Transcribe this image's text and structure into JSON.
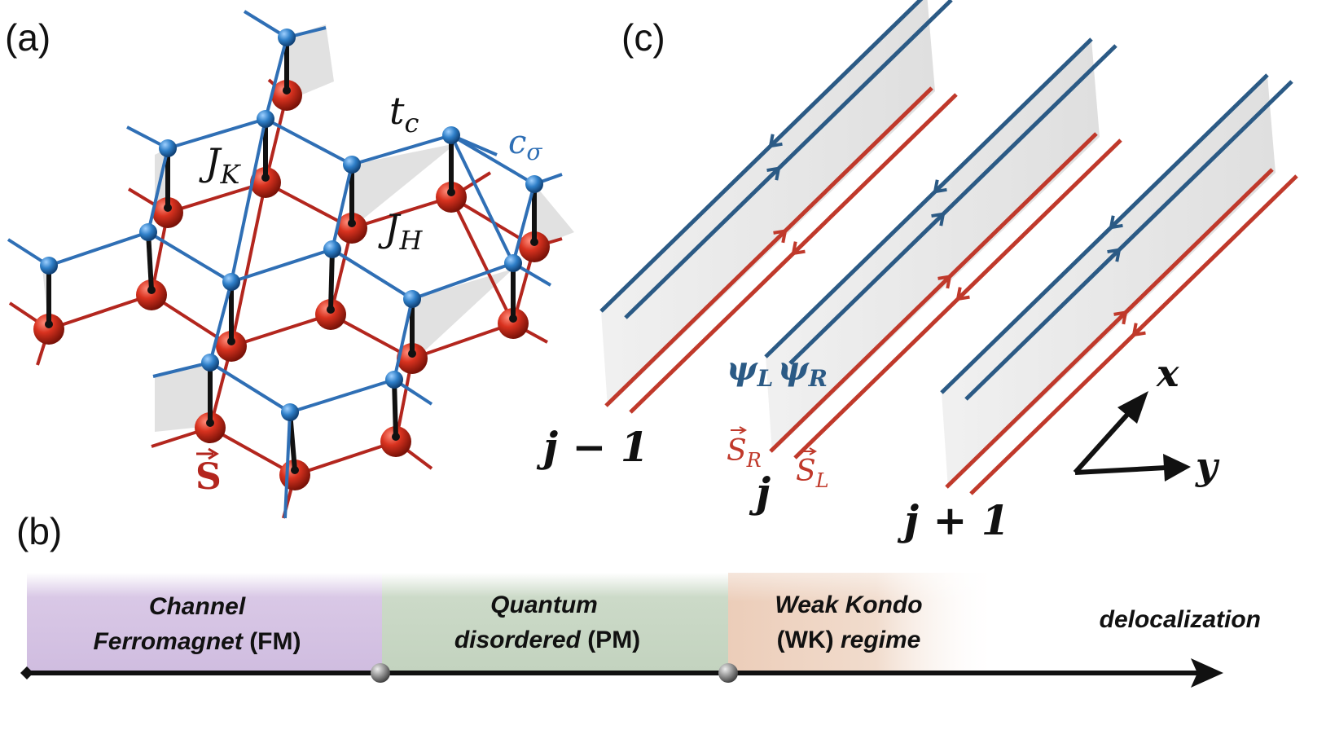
{
  "panels": {
    "a": "(a)",
    "b": "(b)",
    "c": "(c)"
  },
  "lattice_labels": {
    "tc": {
      "main": "t",
      "sub": "c"
    },
    "JK": {
      "main": "J",
      "sub": "K"
    },
    "JH": {
      "main": "J",
      "sub": "H"
    },
    "csigma": {
      "main": "c",
      "sub": "σ"
    },
    "spin": "S"
  },
  "chain_labels": {
    "psi_L": {
      "main": "ψ",
      "sub": "L"
    },
    "psi_R": {
      "main": "ψ",
      "sub": "R"
    },
    "S_R": {
      "main": "S",
      "sub": "R"
    },
    "S_L": {
      "main": "S",
      "sub": "L"
    },
    "j_minus": "j − 1",
    "j": "j",
    "j_plus": "j + 1",
    "axis_x": "x",
    "axis_y": "y"
  },
  "phase_bar": {
    "phases": [
      {
        "line1": "Channel",
        "line2_italic": "Ferromagnet",
        "line2_plain": " (FM)",
        "color": "#d9c8e6"
      },
      {
        "line1": "Quantum",
        "line2_italic": "disordered",
        "line2_plain": " (PM)",
        "color": "#c9d8c6"
      },
      {
        "line1": "Weak Kondo",
        "line2_plain": "(WK) ",
        "line2_italic": "regime",
        "color": "#efd2c0"
      }
    ],
    "arrow_label": "delocalization"
  },
  "colors": {
    "blue": "#2f6fb5",
    "blue_dark": "#2b5a85",
    "red": "#b3261e",
    "red_line": "#c0392b",
    "black": "#111111"
  }
}
